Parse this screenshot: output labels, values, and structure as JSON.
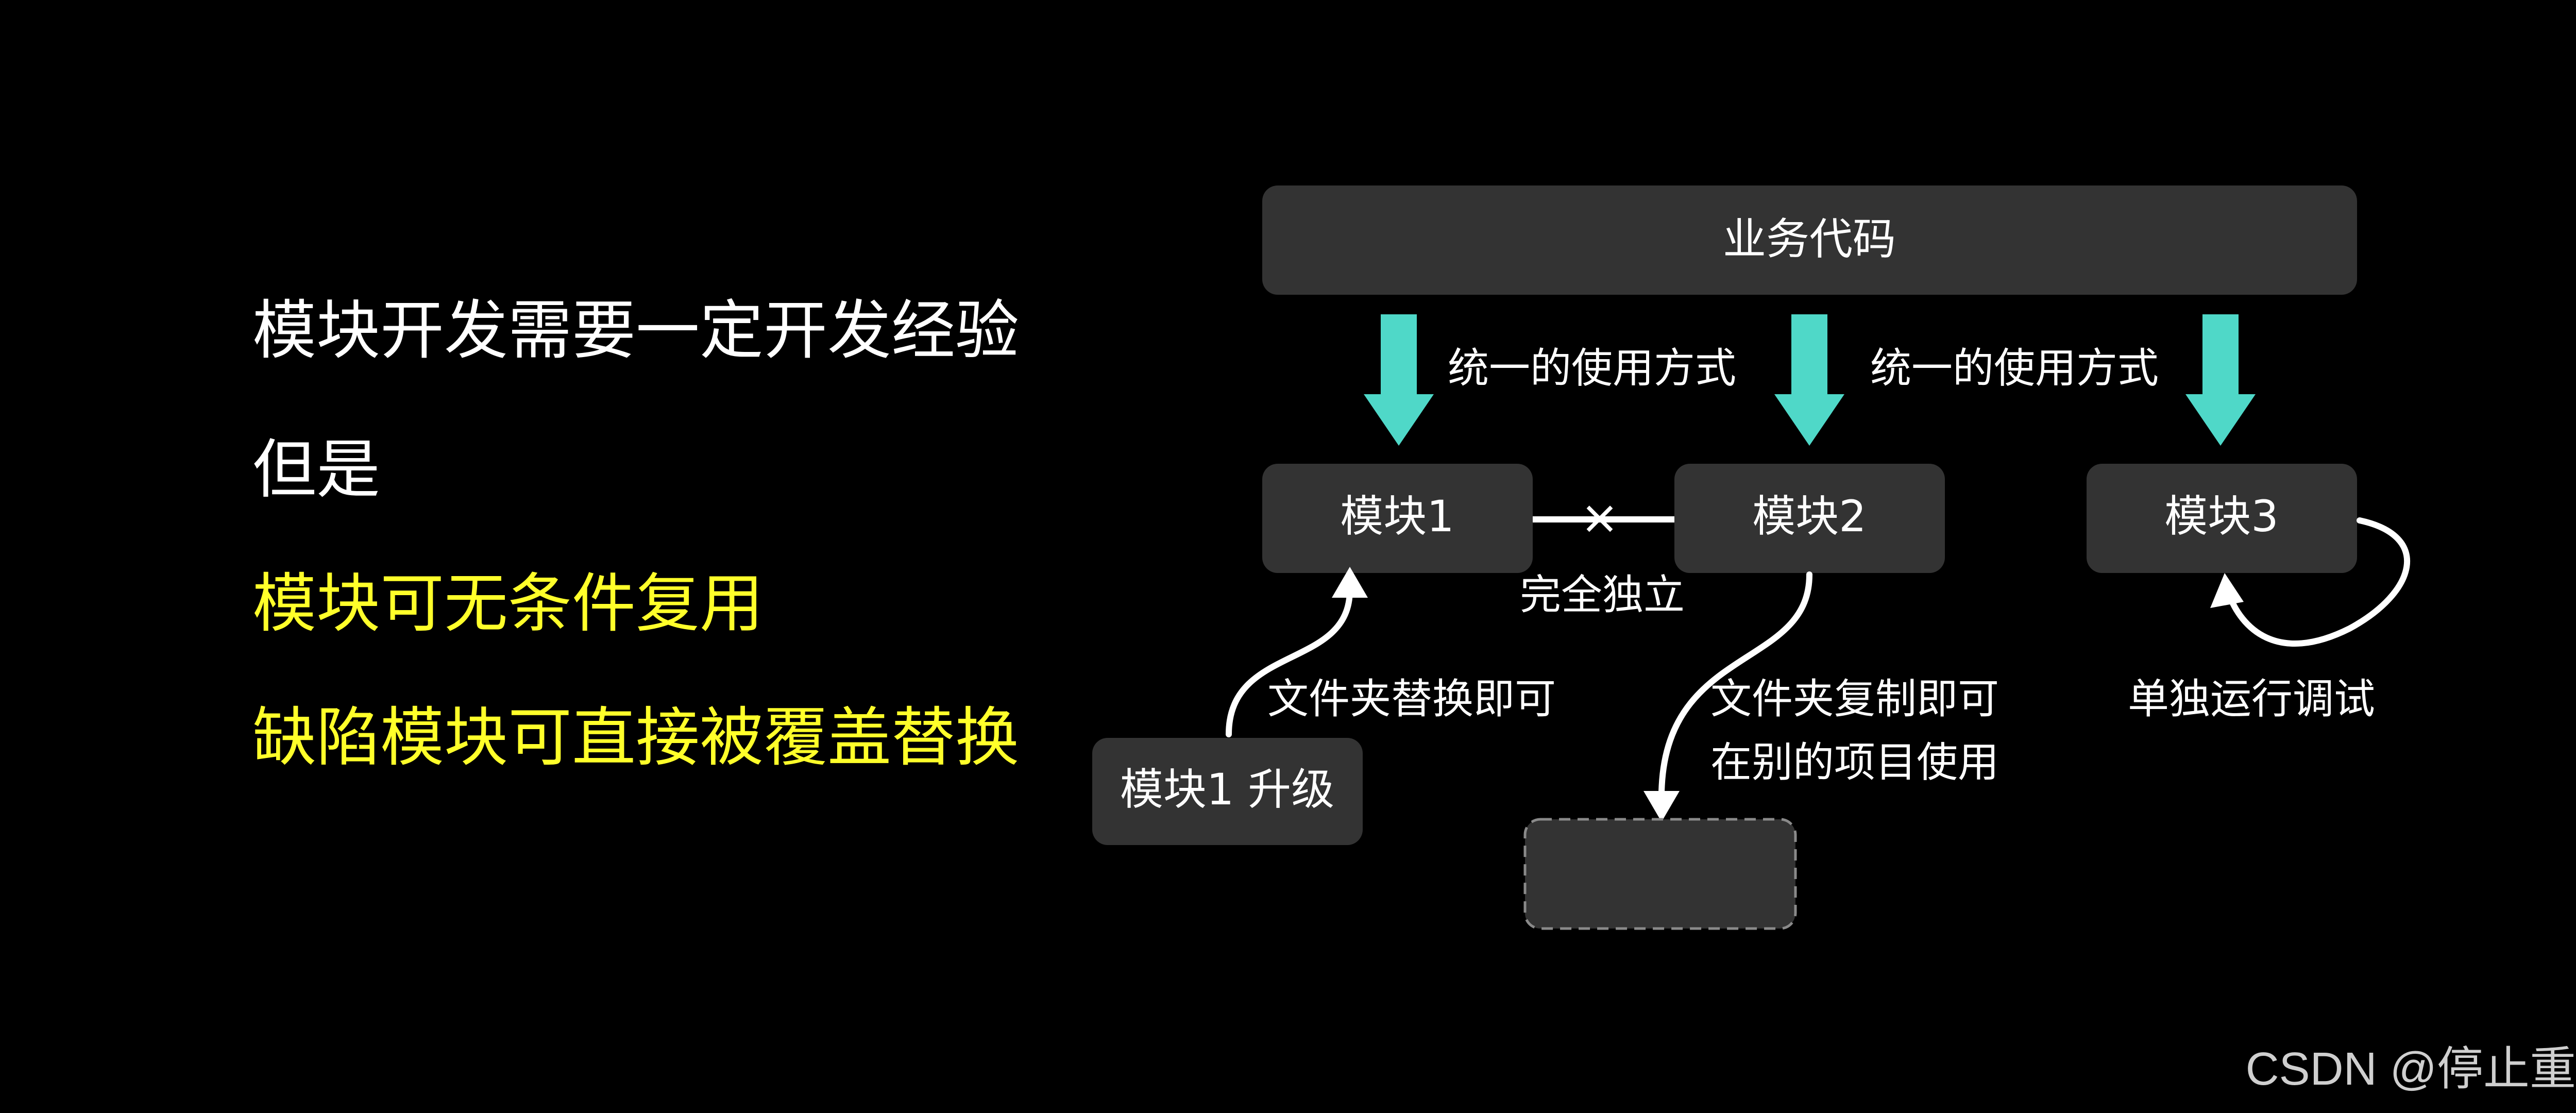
{
  "bullets": [
    {
      "text": "模块开发需要一定开发经验",
      "color": "#ffffff"
    },
    {
      "text": "但是",
      "color": "#ffffff"
    },
    {
      "text": "模块可无条件复用",
      "color": "#ffff2a"
    },
    {
      "text": "缺陷模块可直接被覆盖替换",
      "color": "#ffff2a"
    }
  ],
  "diagram": {
    "top_box": "业务代码",
    "usage_note_1": "统一的使用方式",
    "usage_note_2": "统一的使用方式",
    "module1": "模块1",
    "module2": "模块2",
    "module3": "模块3",
    "independent_note": "完全独立",
    "cross_mark": "×",
    "upgrade_box": "模块1 升级",
    "replace_note": "文件夹替换即可",
    "copy_note_line1": "文件夹复制即可",
    "copy_note_line2": "在别的项目使用",
    "debug_note": "单独运行调试",
    "copy_target_box": ""
  },
  "colors": {
    "background": "#000000",
    "box": "#333333",
    "arrow": "#4fd8c8",
    "highlight": "#ffff2a"
  },
  "watermark": "CSDN @停止重构"
}
